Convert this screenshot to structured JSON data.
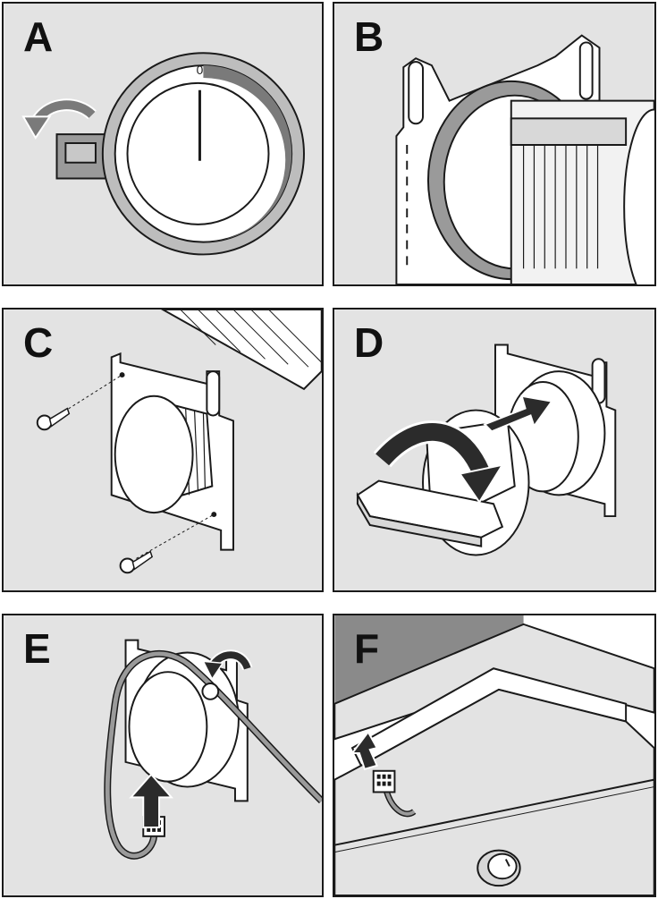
{
  "panels": [
    {
      "letter": "A"
    },
    {
      "letter": "B"
    },
    {
      "letter": "C"
    },
    {
      "letter": "D"
    },
    {
      "letter": "E"
    },
    {
      "letter": "F"
    }
  ],
  "knob": {
    "zero_mark": "0"
  },
  "colors": {
    "background": "#e3e3e3",
    "line": "#1a1a1a",
    "part": "#ffffff",
    "shade": "#8a8a8a",
    "arrow": "#2b2b2b"
  }
}
